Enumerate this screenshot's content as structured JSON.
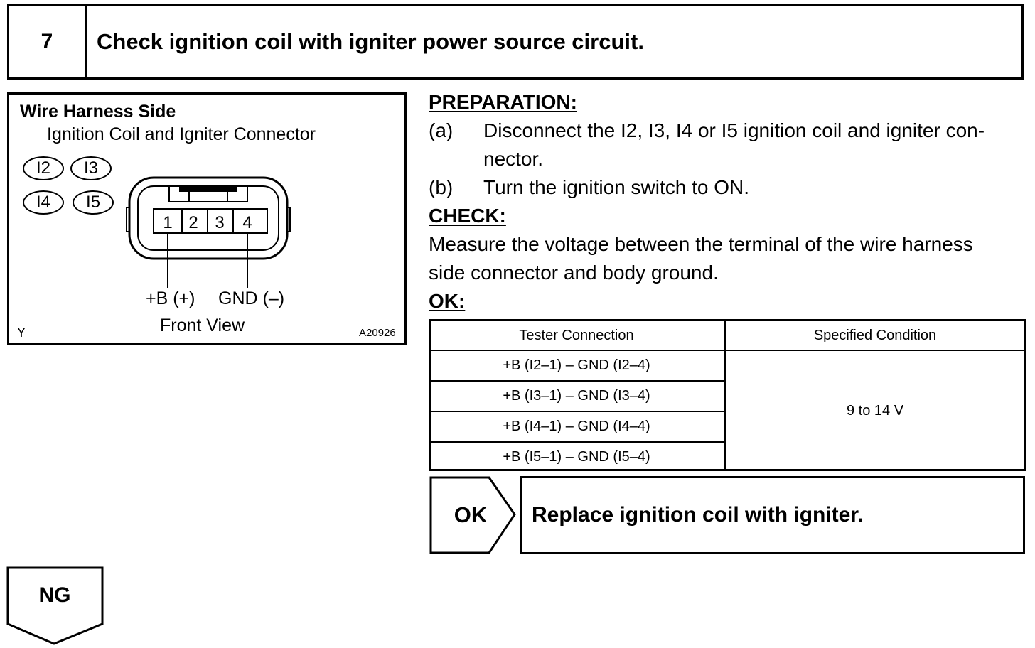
{
  "step": {
    "number": "7",
    "title": "Check ignition coil with igniter power source circuit."
  },
  "figure": {
    "heading": "Wire Harness Side",
    "subheading": "Ignition Coil and Igniter Connector",
    "connector_codes": [
      "I2",
      "I3",
      "I4",
      "I5"
    ],
    "pins": [
      "1",
      "2",
      "3",
      "4"
    ],
    "plus_b_label": "+B (+)",
    "gnd_label": "GND (–)",
    "view_label": "Front View",
    "corner_label": "Y",
    "figure_code": "A20926"
  },
  "preparation": {
    "heading": "PREPARATION:",
    "step_a_marker": "(a)",
    "step_a_line1": "Disconnect the I2, I3, I4 or I5 ignition coil and igniter con-",
    "step_a_line2": "nector.",
    "step_b_marker": "(b)",
    "step_b_text": "Turn the ignition switch to ON."
  },
  "check": {
    "heading": "CHECK:",
    "line1": "Measure the voltage between the terminal of the wire harness",
    "line2": "side connector and body ground."
  },
  "ok": {
    "heading": "OK:"
  },
  "table": {
    "headers": [
      "Tester Connection",
      "Specified Condition"
    ],
    "rows": [
      "+B (I2–1) – GND (I2–4)",
      "+B (I3–1) – GND (I3–4)",
      "+B (I4–1) – GND (I4–4)",
      "+B (I5–1) – GND (I5–4)"
    ],
    "condition": "9 to 14 V"
  },
  "result_ok": {
    "label": "OK",
    "action": "Replace ignition coil with igniter."
  },
  "result_ng": {
    "label": "NG"
  }
}
